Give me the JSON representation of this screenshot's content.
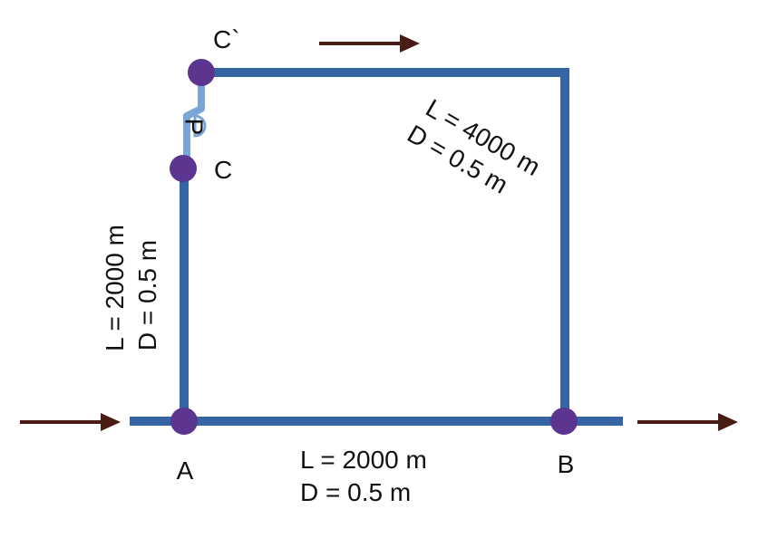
{
  "colors": {
    "pipe": "#3565a5",
    "pump_segment": "#7ba5d6",
    "node": "#5b3590",
    "arrow": "#4a1a14",
    "text": "#111111"
  },
  "nodes": {
    "a": "A",
    "b": "B",
    "c": "C",
    "c_prime": "C`",
    "pump": "P"
  },
  "pipes": {
    "ab": {
      "length": "L = 2000 m",
      "diameter": "D = 0.5 m"
    },
    "ac": {
      "length": "L = 2000 m",
      "diameter": "D = 0.5 m"
    },
    "cb": {
      "length": "L = 4000 m",
      "diameter": "D = 0.5 m"
    }
  },
  "flow_arrows": [
    "inlet-arrow",
    "outlet-arrow",
    "top-flow-arrow"
  ]
}
